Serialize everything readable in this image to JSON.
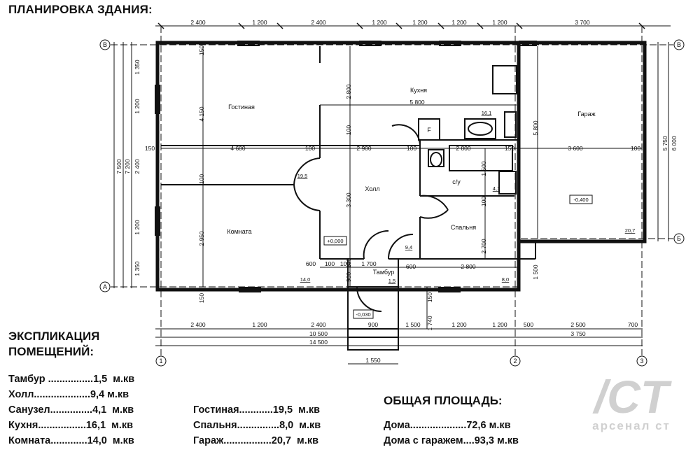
{
  "header": {
    "title": "ПЛАНИРОВКА ЗДАНИЯ:"
  },
  "top_dims": [
    "2 400",
    "1 200",
    "2 400",
    "1 200",
    "1 200",
    "1 200",
    "1 200",
    "3 700"
  ],
  "bottom_dims_1": [
    "2 400",
    "1 200",
    "2 400",
    "900",
    "1 500",
    "1 200",
    "1 200",
    "500",
    "2 500",
    "700"
  ],
  "bottom_dims_2": [
    "10 500",
    "3 750"
  ],
  "bottom_total": "14 500",
  "porch_width": "1 550",
  "left_dims_outer": [
    "7 500"
  ],
  "left_dims_mid": [
    "7 200"
  ],
  "left_dims_inner": [
    "1 350",
    "1 200",
    "2 400",
    "1 200",
    "1 350"
  ],
  "right_dims": [
    "5 750",
    "6 000"
  ],
  "axes": {
    "top_left": "В",
    "top_right": "В",
    "bottom_left": "А",
    "right_mid": "Б",
    "ax1": "1",
    "ax2": "2",
    "ax3": "3"
  },
  "inner_dims": {
    "d150a": "150",
    "d4150": "4 150",
    "d2800a": "2 800",
    "d5800h": "5 800",
    "d100a": "100",
    "d150b": "150",
    "d4600": "4 600",
    "d100b": "100",
    "d2900": "2 900",
    "d100c": "100",
    "d2800b": "2 800",
    "d150c": "150",
    "d3600": "3 600",
    "d100d": "100",
    "d5800v": "5 800",
    "d100e": "100",
    "d3300": "3 300",
    "d1500a": "1 500",
    "d100f": "100",
    "d2950": "2 950",
    "d2700": "2 700",
    "d600a": "600",
    "d100g": "100",
    "d100h": "100",
    "d1700": "1 700",
    "d600b": "600",
    "d2800c": "2 800",
    "d900": "900",
    "d100i": "100",
    "d1500b": "1 500",
    "d150d": "150",
    "d150e": "150",
    "d1740": "1 740"
  },
  "rooms": {
    "living": "Гостиная",
    "kitchen": "Кухня",
    "garage": "Гараж",
    "hall": "Холл",
    "bath": "с/у",
    "room": "Комната",
    "bedroom": "Спальня",
    "vestibule": "Тамбур",
    "stove": "F"
  },
  "areas": {
    "kitchen": "16,1",
    "living": "19,5",
    "bath": "4,1",
    "garage_level": "-0,400",
    "garage": "20,7",
    "hall_level": "+0,000",
    "hall": "9,4",
    "room": "14,0",
    "vestibule": "1,5",
    "bedroom": "8,0",
    "porch_level": "-0,030"
  },
  "explication": {
    "title_line1": "ЭКСПЛИКАЦИЯ",
    "title_line2": "ПОМЕЩЕНИЙ:",
    "rows_left": [
      "Тамбур ................1,5  м.кв",
      "Холл....................9,4 м.кв",
      "Санузел...............4,1  м.кв",
      "Кухня.................16,1  м.кв",
      "Комната.............14,0  м.кв"
    ],
    "rows_mid": [
      "Гостиная............19,5  м.кв",
      "Спальня...............8,0  м.кв",
      "Гараж.................20,7  м.кв"
    ]
  },
  "totals": {
    "title": "ОБЩАЯ ПЛОЩАДЬ:",
    "house": "Дома....................72,6 м.кв",
    "house_garage": "Дома с гаражем....93,3 м.кв"
  },
  "logo": {
    "mark": "/CT",
    "text": "арсенал ст",
    "color": "#cfcfcf"
  }
}
